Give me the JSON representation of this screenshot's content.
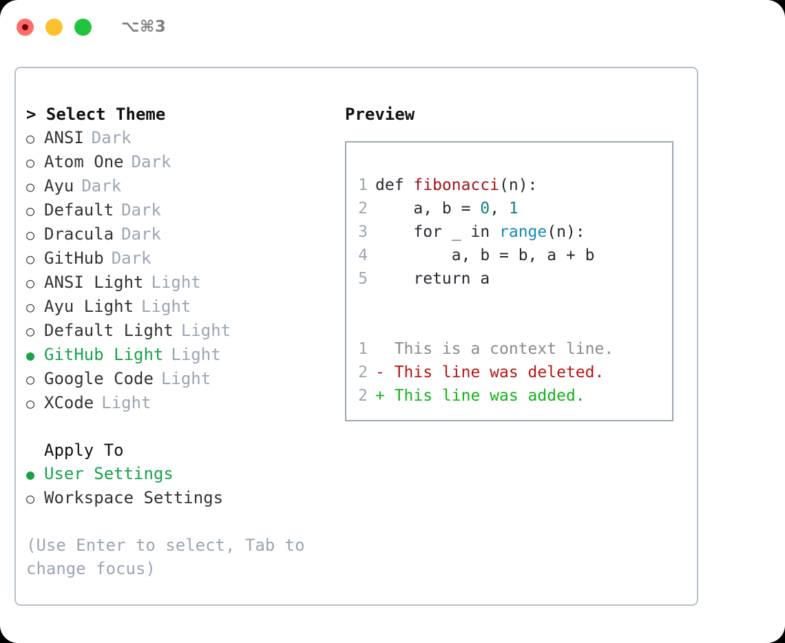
{
  "titlebar": {
    "shortcut": "⌥⌘3",
    "dots": [
      {
        "name": "close",
        "color": "#ff6b6b"
      },
      {
        "name": "minimize",
        "color": "#ffc02e"
      },
      {
        "name": "maximize",
        "color": "#22c33e"
      }
    ]
  },
  "theme_panel": {
    "heading": "> Select Theme",
    "marker_unselected": "○",
    "marker_selected": "●",
    "items": [
      {
        "label": "ANSI",
        "suffix": "Dark",
        "selected": false
      },
      {
        "label": "Atom One",
        "suffix": "Dark",
        "selected": false
      },
      {
        "label": "Ayu",
        "suffix": "Dark",
        "selected": false
      },
      {
        "label": "Default",
        "suffix": "Dark",
        "selected": false
      },
      {
        "label": "Dracula",
        "suffix": "Dark",
        "selected": false
      },
      {
        "label": "GitHub",
        "suffix": "Dark",
        "selected": false
      },
      {
        "label": "ANSI Light",
        "suffix": "Light",
        "selected": false
      },
      {
        "label": "Ayu Light",
        "suffix": "Light",
        "selected": false
      },
      {
        "label": "Default Light",
        "suffix": "Light",
        "selected": false
      },
      {
        "label": "GitHub Light",
        "suffix": "Light",
        "selected": true
      },
      {
        "label": "Google Code",
        "suffix": "Light",
        "selected": false
      },
      {
        "label": "XCode",
        "suffix": "Light",
        "selected": false
      }
    ]
  },
  "apply_to": {
    "heading": "Apply To",
    "items": [
      {
        "label": "User Settings",
        "selected": true
      },
      {
        "label": "Workspace Settings",
        "selected": false
      }
    ]
  },
  "hint": "(Use Enter to select, Tab to change focus)",
  "preview": {
    "heading": "Preview",
    "code_lines": [
      {
        "no": "1",
        "tokens": [
          {
            "t": "def ",
            "c": "plain"
          },
          {
            "t": "fibonacci",
            "c": "fn"
          },
          {
            "t": "(n):",
            "c": "plain"
          }
        ]
      },
      {
        "no": "2",
        "tokens": [
          {
            "t": "    a, b = ",
            "c": "plain"
          },
          {
            "t": "0",
            "c": "num"
          },
          {
            "t": ", ",
            "c": "plain"
          },
          {
            "t": "1",
            "c": "num"
          }
        ]
      },
      {
        "no": "3",
        "tokens": [
          {
            "t": "    for _ in ",
            "c": "plain"
          },
          {
            "t": "range",
            "c": "call"
          },
          {
            "t": "(n):",
            "c": "plain"
          }
        ]
      },
      {
        "no": "4",
        "tokens": [
          {
            "t": "        a, b = b, a + b",
            "c": "plain"
          }
        ]
      },
      {
        "no": "5",
        "tokens": [
          {
            "t": "    return a",
            "c": "plain"
          }
        ]
      }
    ],
    "diff_lines": [
      {
        "no": "1",
        "text": "  This is a context line.",
        "kind": "ctx"
      },
      {
        "no": "2",
        "text": "- This line was deleted.",
        "kind": "del"
      },
      {
        "no": "2",
        "text": "+ This line was added.",
        "kind": "add"
      }
    ]
  },
  "colors": {
    "accent_green": "#16a34a",
    "muted_blue_gray": "#9aa5b4",
    "border": "#b6bfcc",
    "diff_add": "#11b317",
    "diff_del": "#b81414",
    "syntax_function": "#a3121b",
    "syntax_number": "#0f7f86",
    "syntax_call": "#1188bb"
  }
}
